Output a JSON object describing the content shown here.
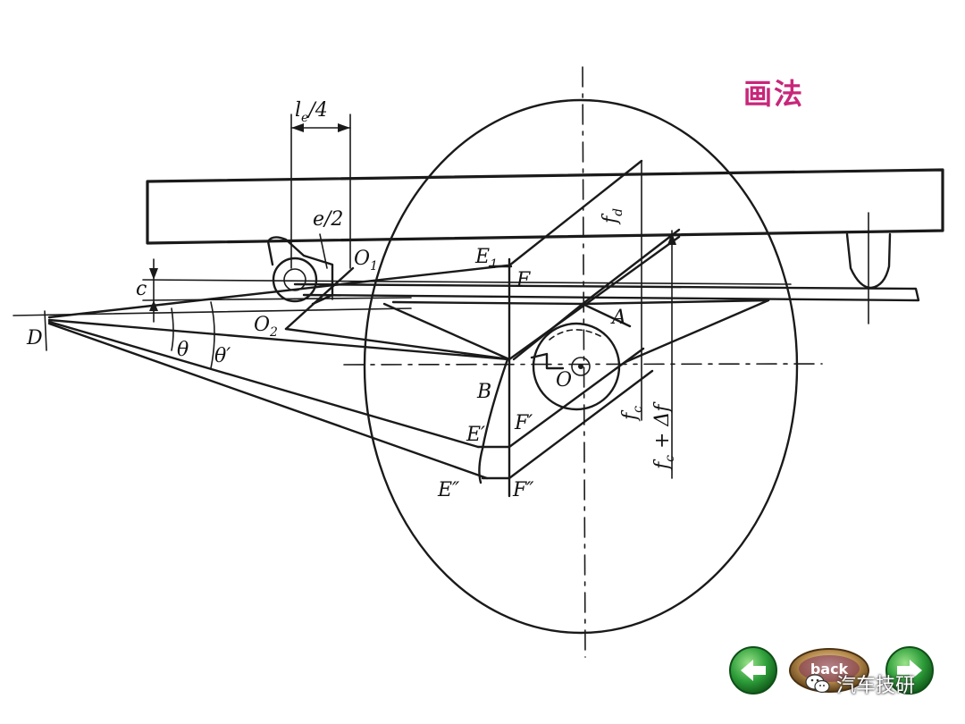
{
  "title": "画法",
  "accent_color": "#c8267a",
  "labels": {
    "le4": "l e /4",
    "e2": "e/2",
    "O1": "O 1",
    "O2": "O 2",
    "E1": "E 1",
    "F": "F",
    "D": "D",
    "c": "c",
    "theta": "θ",
    "theta_prime": "θ′",
    "A": "A",
    "B": "B",
    "O": "O",
    "E_prime": "E′",
    "F_prime": "F′",
    "E_dprime": "E″",
    "F_dprime": "F″",
    "fd": "f d",
    "fc": "f c",
    "fc_plus_df": "f c + Δf"
  },
  "nav": {
    "prev_icon": "left-arrow-icon",
    "back_icon": "back-oval-icon",
    "back_label": "back",
    "next_icon": "right-arrow-icon"
  },
  "watermark": {
    "icon": "wechat-icon",
    "text": "汽车技研"
  }
}
